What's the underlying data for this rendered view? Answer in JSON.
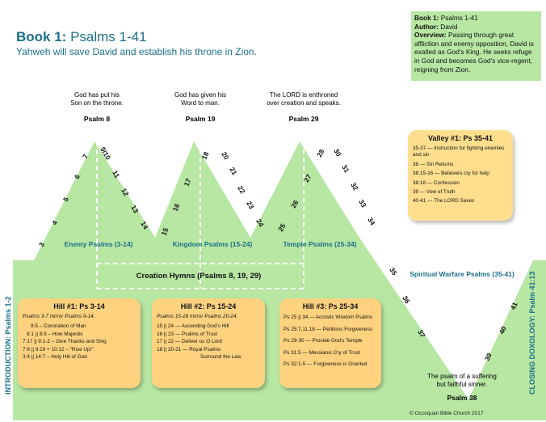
{
  "header": {
    "book_label": "Book 1:",
    "book_range": "Psalms 1-41",
    "subtitle": "Yahweh will save David and establish his throne in Zion."
  },
  "overview": {
    "book_label": "Book 1:",
    "book_value": "Psalms 1-41",
    "author_label": "Author:",
    "author_value": "David",
    "overview_label": "Overview:",
    "overview_text": "Passing through great affliction and enemy opposition, David is exalted as God's King. He seeks refuge in God and becomes God's vice-regent, reigning from Zion."
  },
  "peaks": [
    {
      "caption_line1": "God has put his",
      "caption_line2": "Son on the throne.",
      "psalm": "Psalm 8"
    },
    {
      "caption_line1": "God has given his",
      "caption_line2": "Word to man.",
      "psalm": "Psalm 19"
    },
    {
      "caption_line1": "The LORD is enthroned",
      "caption_line2": "over creation and speaks.",
      "psalm": "Psalm 29"
    }
  ],
  "valley_bottom": {
    "caption_line1": "The psalm of a suffering",
    "caption_line2": "but faithful sinner.",
    "psalm": "Psalm 38"
  },
  "section_labels": {
    "enemy": "Enemy Psalms (3-14)",
    "kingdom": "Kingdom Psalms (15-24)",
    "temple": "Temple Psalms (25-34)",
    "warfare": "Spiritual Warfare Psalms (35-41)",
    "creation": "Creation Hymns (Psalms 8, 19, 29)",
    "introduction": "INTRODUCTION: Psalms 1-2",
    "closing": "CLOSING DOXOLOGY: Psalm 41:13"
  },
  "psalm_numbers": [
    "3",
    "4",
    "5",
    "6",
    "7",
    "9/10",
    "11",
    "12",
    "13",
    "14",
    "15",
    "16",
    "17",
    "18",
    "20",
    "21",
    "22",
    "23",
    "24",
    "25",
    "26",
    "27",
    "28",
    "30",
    "31",
    "32",
    "33",
    "34",
    "35",
    "36",
    "37",
    "39",
    "40",
    "41"
  ],
  "valley1": {
    "title": "Valley #1: Ps 35-41",
    "rows": [
      "35-37 — Instruction for fighting enemies and sin",
      "38 — Sin Returns",
      "38:15-16 — Believers cry for help",
      "38:18 — Confession",
      "39 — Vow of Truth",
      "40-41 — The LORD Saves"
    ]
  },
  "hill1": {
    "title": "Hill #1: Ps 3-14",
    "intro": "Psalms 3-7 mirror Psalms 9-14.",
    "rows": [
      "8:5 – Coronation of Man",
      "8:1 || 8:9 – How Majestic",
      "7:17 || 9:1-2 – Give Thanks and Sing",
      "7:6 || 9:19 + 10:12 – \"Rise Up!\"",
      "3:4 || 14:7 – Holy Hill of God"
    ]
  },
  "hill2": {
    "title": "Hill #2: Ps 15-24",
    "intro": "Psalms 15-18 mirror Psalms 20-24.",
    "rows": [
      "15 || 24 — Ascending God's Hill",
      "16 || 23 — Psalms of Trust",
      "17 || 22 — Deliver us O Lord",
      "18 || 20-21 — Royal Psalms",
      "Surround the Law"
    ]
  },
  "hill3": {
    "title": "Hill #3: Ps 25-34",
    "rows": [
      "Ps 25 || 34 — Acrostic Wisdom Psalms",
      "Ps 25:7,11,18 — Petitions Forgiveness",
      "Ps 29-30 — Provide God's Temple",
      "Ps 31:5 — Messianic Cry of Trust",
      "Ps 32:1-5 — Forgiveness is Granted"
    ]
  },
  "copyright": "© Occoquan Bible Church 2017",
  "colors": {
    "green": "#b7e7a3",
    "orange": "#ffd27f",
    "teal": "#1c6f8a",
    "valley_orange": "#ffdf8e"
  }
}
